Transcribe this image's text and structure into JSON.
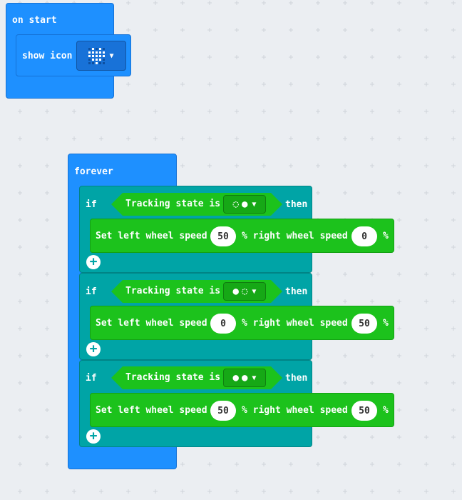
{
  "colors": {
    "basic": "#1e90ff",
    "logic": "#00a4a6",
    "motor": "#1cc21c",
    "workspace": "#ebeef2"
  },
  "on_start": {
    "label": "on start",
    "show_icon": {
      "label": "show icon",
      "icon": [
        [
          0,
          1,
          0,
          1,
          0
        ],
        [
          1,
          1,
          1,
          1,
          1
        ],
        [
          1,
          1,
          1,
          1,
          1
        ],
        [
          0,
          1,
          1,
          1,
          0
        ],
        [
          0,
          0,
          1,
          0,
          0
        ]
      ]
    }
  },
  "forever": {
    "label": "forever",
    "if_blocks": [
      {
        "if_label": "if",
        "condition": "Tracking state is",
        "state_left": "◌",
        "state_right": "●",
        "then_label": "then",
        "action": {
          "left_label": "Set left wheel speed",
          "left_value": "50",
          "right_label": "% right wheel speed",
          "right_value": "0",
          "unit": "%"
        }
      },
      {
        "if_label": "if",
        "condition": "Tracking state is",
        "state_left": "●",
        "state_right": "◌",
        "then_label": "then",
        "action": {
          "left_label": "Set left wheel speed",
          "left_value": "0",
          "right_label": "% right wheel speed",
          "right_value": "50",
          "unit": "%"
        }
      },
      {
        "if_label": "if",
        "condition": "Tracking state is",
        "state_left": "●",
        "state_right": "●",
        "then_label": "then",
        "action": {
          "left_label": "Set left wheel speed",
          "left_value": "50",
          "right_label": "% right wheel speed",
          "right_value": "50",
          "unit": "%"
        }
      }
    ]
  }
}
